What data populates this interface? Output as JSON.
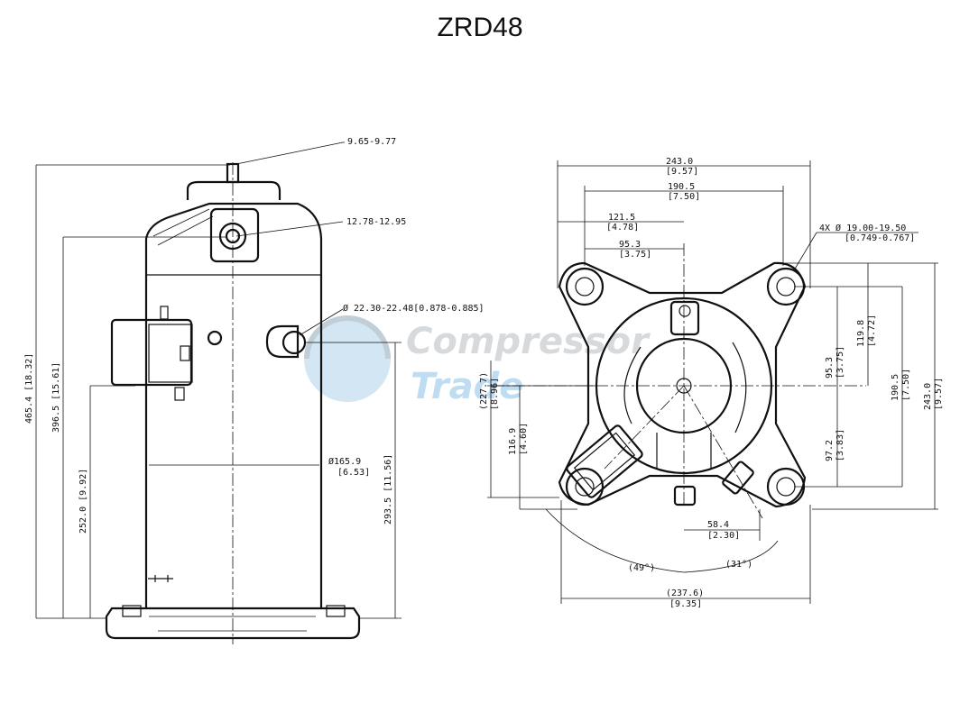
{
  "title": "ZRD48",
  "watermark": {
    "line1": "Compressor",
    "line2": "Trade"
  },
  "side_view": {
    "top_fitting": "9.65-9.77",
    "suction_fitting": "12.78-12.95",
    "discharge_fitting": "Ø 22.30-22.48[0.878-0.885]",
    "shell_dia": "Ø165.9",
    "shell_dia_in": "[6.53]",
    "height_overall": "465.4 [18.32]",
    "height_suction": "396.5 [15.61]",
    "height_box": "252.0 [9.92]",
    "height_discharge": "293.5 [11.56]"
  },
  "top_view": {
    "w_243": "243.0",
    "w_243_in": "[9.57]",
    "w_190": "190.5",
    "w_190_in": "[7.50]",
    "w_121": "121.5",
    "w_121_in": "[4.78]",
    "w_95": "95.3",
    "w_95_in": "[3.75]",
    "holes": "4X Ø 19.00-19.50",
    "holes_in": "[0.749-0.767]",
    "v_95": "95.3",
    "v_95_in": "[3.75]",
    "v_119": "119.8",
    "v_119_in": "[4.72]",
    "v_190": "190.5",
    "v_190_in": "[7.50]",
    "v_243": "243.0",
    "v_243_in": "[9.57]",
    "v_97": "97.2",
    "v_97_in": "[3.83]",
    "v_116": "116.9",
    "v_116_in": "[4.60]",
    "v_227": "(227.7)",
    "v_227_in": "[8.96]",
    "h_58": "58.4",
    "h_58_in": "[2.30]",
    "angle_49": "(49°)",
    "angle_31": "(31°)",
    "w_237": "(237.6)",
    "w_237_in": "[9.35]"
  }
}
